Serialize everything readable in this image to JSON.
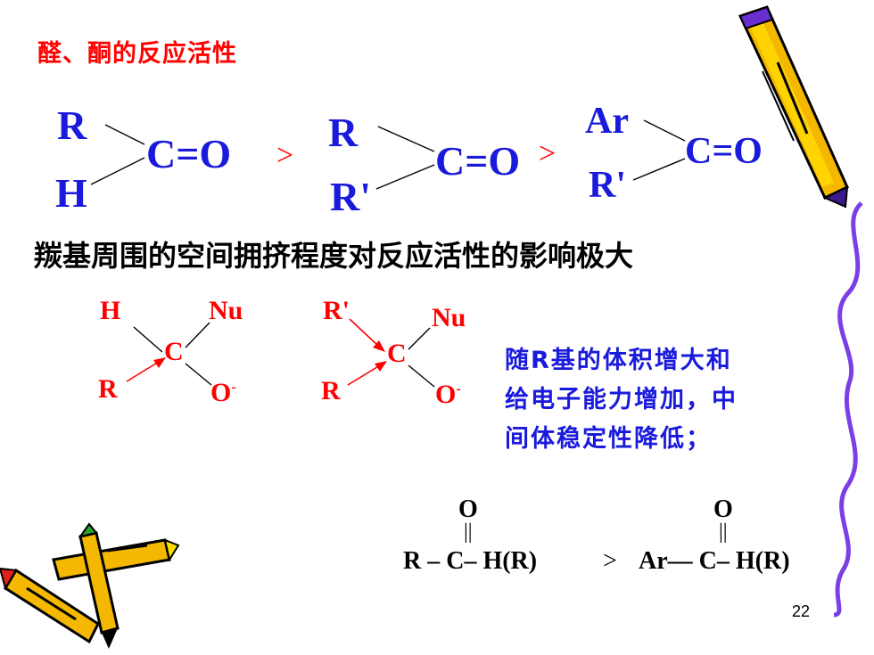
{
  "title": "醛、酮的反应活性",
  "row1": {
    "m1": {
      "top": "R",
      "bottom": "H",
      "group": "C=O"
    },
    "gt1": ">",
    "m2": {
      "top": "R",
      "bottom": "R'",
      "group": "C=O"
    },
    "gt2": ">",
    "m3": {
      "top": "Ar",
      "bottom": "R'",
      "group": "C=O"
    }
  },
  "heading": "羰基周围的空间拥挤程度对反应活性的影响极大",
  "intermediates": {
    "i1": {
      "top_left": "H",
      "top_right": "Nu",
      "center": "C",
      "bottom_left": "R",
      "bottom_right": "O",
      "charge": "-"
    },
    "i2": {
      "top_left": "R'",
      "top_right": "Nu",
      "center": "C",
      "bottom_left": "R",
      "bottom_right": "O",
      "charge": "-"
    }
  },
  "note": {
    "line1": "随R基的体积增大和",
    "line2": "给电子能力增加，中",
    "line3": "间体稳定性降低；"
  },
  "formula": {
    "o1": "O",
    "o2": "O",
    "double_bond": "||",
    "left": "R – C– H(R)",
    "gt": ">",
    "right": "Ar— C– H(R)"
  },
  "page_number": "22",
  "colors": {
    "blue": "#1a1adc",
    "red": "#ff0000",
    "purple": "#7b3fe6"
  }
}
